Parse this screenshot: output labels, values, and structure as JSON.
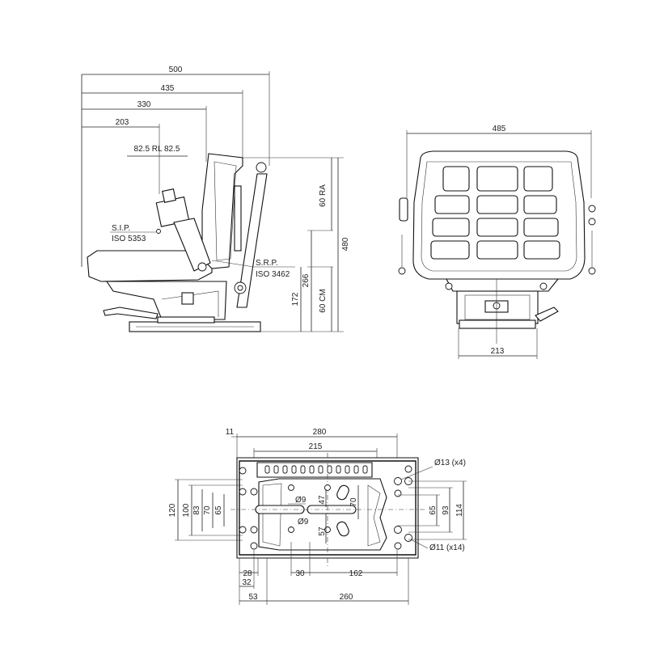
{
  "side_view": {
    "dims": {
      "w500": "500",
      "w435": "435",
      "w330": "330",
      "w203": "203",
      "rl": "82.5  RL  82.5",
      "h60ra": "60 RA",
      "h480": "480",
      "h266": "266",
      "h172": "172",
      "h60cm": "60 CM"
    },
    "labels": {
      "sip": "S.I.P.",
      "iso5353": "ISO 5353",
      "srp": "S.R.P.",
      "iso3462": "ISO 3462"
    }
  },
  "front_view": {
    "dims": {
      "w485": "485",
      "w213": "213"
    }
  },
  "base_plate": {
    "dims": {
      "d11": "11",
      "d280": "280",
      "d215": "215",
      "h120": "120",
      "h100": "100",
      "h83": "83",
      "h70": "70",
      "h65": "65",
      "phi9a": "Ø9",
      "d47": "47",
      "d70b": "70",
      "phi9b": "Ø9",
      "d57": "57",
      "r65": "65",
      "r93": "93",
      "r114": "114",
      "d28": "28",
      "d32": "32",
      "d30": "30",
      "d162": "162",
      "d53": "53",
      "d260": "260"
    },
    "callouts": {
      "holes13": "Ø13 (x4)",
      "holes11": "Ø11 (x14)"
    }
  }
}
